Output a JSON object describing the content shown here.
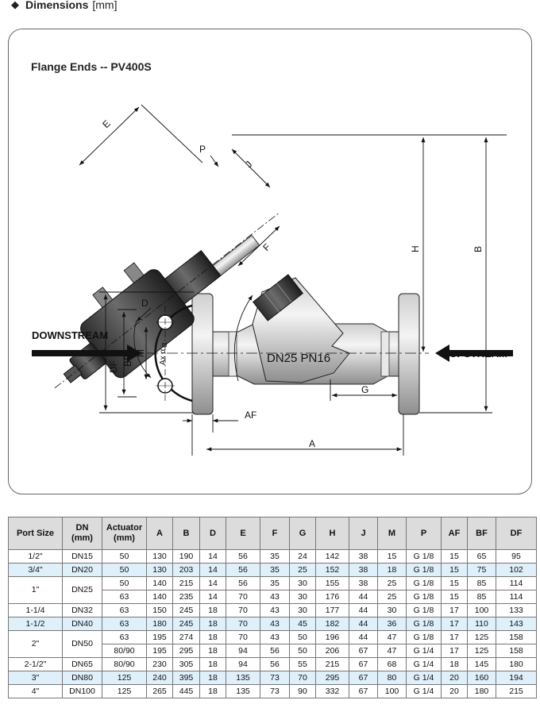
{
  "heading": {
    "bullet": "◆",
    "title": "Dimensions",
    "unit": "[mm]"
  },
  "drawing": {
    "title": "Flange Ends -- PV400S",
    "labels": {
      "E": "E",
      "P": "P",
      "J": "J",
      "F": "F",
      "H": "H",
      "B": "B",
      "D": "D",
      "M": "M",
      "alpha": "α",
      "AxAlpha": "Ax α",
      "DF": "DF",
      "BF": "BF",
      "AF": "AF",
      "A": "A",
      "G": "G",
      "downstream": "DOWNSTREAM",
      "upstream": "UPSTREAM",
      "body_marking": "DN25  PN16"
    }
  },
  "table": {
    "headers": [
      "Port Size",
      "DN\n(mm)",
      "Actuator\n(mm)",
      "A",
      "B",
      "D",
      "E",
      "F",
      "G",
      "H",
      "J",
      "M",
      "P",
      "AF",
      "BF",
      "DF"
    ],
    "rows": [
      {
        "port": "1/2\"",
        "dn": "DN15",
        "actuator": "50",
        "values": [
          "130",
          "190",
          "14",
          "56",
          "35",
          "24",
          "142",
          "38",
          "15",
          "G 1/8",
          "15",
          "65",
          "95"
        ]
      },
      {
        "port": "3/4\"",
        "dn": "DN20",
        "actuator": "50",
        "values": [
          "130",
          "203",
          "14",
          "56",
          "35",
          "25",
          "152",
          "38",
          "18",
          "G 1/8",
          "15",
          "75",
          "102"
        ]
      },
      {
        "port": "1\"",
        "dn": "DN25",
        "actuator": "50",
        "values": [
          "140",
          "215",
          "14",
          "56",
          "35",
          "30",
          "155",
          "38",
          "25",
          "G 1/8",
          "15",
          "85",
          "114"
        ]
      },
      {
        "port": "",
        "dn": "",
        "actuator": "63",
        "values": [
          "140",
          "235",
          "14",
          "70",
          "43",
          "30",
          "176",
          "44",
          "25",
          "G 1/8",
          "15",
          "85",
          "114"
        ]
      },
      {
        "port": "1-1/4",
        "dn": "DN32",
        "actuator": "63",
        "values": [
          "150",
          "245",
          "18",
          "70",
          "43",
          "30",
          "177",
          "44",
          "30",
          "G 1/8",
          "17",
          "100",
          "133"
        ]
      },
      {
        "port": "1-1/2",
        "dn": "DN40",
        "actuator": "63",
        "values": [
          "180",
          "245",
          "18",
          "70",
          "43",
          "45",
          "182",
          "44",
          "36",
          "G 1/8",
          "17",
          "110",
          "143"
        ]
      },
      {
        "port": "2\"",
        "dn": "DN50",
        "actuator": "63",
        "values": [
          "195",
          "274",
          "18",
          "70",
          "43",
          "50",
          "196",
          "44",
          "47",
          "G 1/8",
          "17",
          "125",
          "158"
        ]
      },
      {
        "port": "",
        "dn": "",
        "actuator": "80/90",
        "values": [
          "195",
          "295",
          "18",
          "94",
          "56",
          "50",
          "206",
          "67",
          "47",
          "G 1/4",
          "17",
          "125",
          "158"
        ]
      },
      {
        "port": "2-1/2\"",
        "dn": "DN65",
        "actuator": "80/90",
        "values": [
          "230",
          "305",
          "18",
          "94",
          "56",
          "55",
          "215",
          "67",
          "68",
          "G 1/4",
          "18",
          "145",
          "180"
        ]
      },
      {
        "port": "3\"",
        "dn": "DN80",
        "actuator": "125",
        "values": [
          "240",
          "395",
          "18",
          "135",
          "73",
          "70",
          "295",
          "67",
          "80",
          "G 1/4",
          "20",
          "160",
          "194"
        ]
      },
      {
        "port": "4\"",
        "dn": "DN100",
        "actuator": "125",
        "values": [
          "265",
          "445",
          "18",
          "135",
          "73",
          "90",
          "332",
          "67",
          "100",
          "G 1/4",
          "20",
          "180",
          "215"
        ]
      }
    ]
  }
}
